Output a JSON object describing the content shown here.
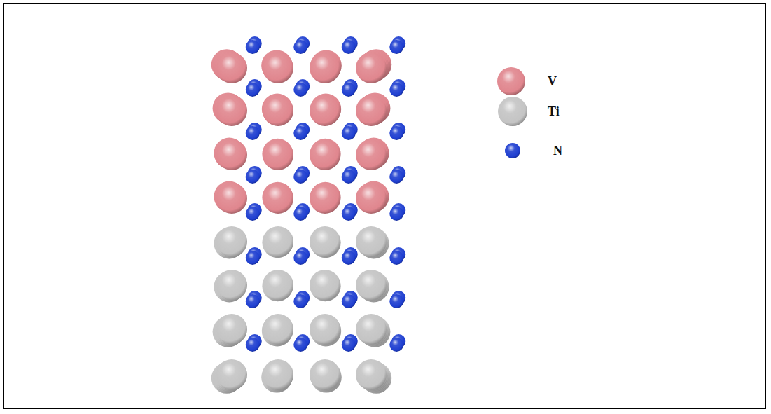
{
  "diagram": {
    "legend": [
      {
        "text": "V",
        "color": "#e0868e"
      },
      {
        "text": "Ti",
        "color": "#c4c4c4"
      },
      {
        "text": "N",
        "color": "#1f3fd0"
      }
    ]
  }
}
